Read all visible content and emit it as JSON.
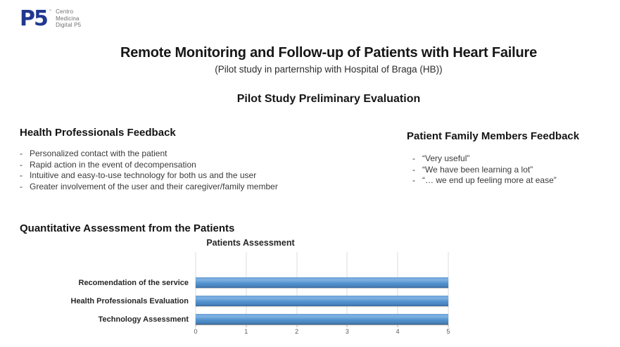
{
  "bullet_char": "-",
  "logo": {
    "mark": "P5",
    "reg": "°",
    "line1": "Centro",
    "line2": "Medicina",
    "line3": "Digital P5"
  },
  "header": {
    "title": "Remote Monitoring and Follow-up of Patients with Heart Failure",
    "subtitle": "(Pilot study in parternship with Hospital of Braga (HB))",
    "section_title": "Pilot Study Preliminary Evaluation"
  },
  "left_panel": {
    "heading": "Health Professionals Feedback",
    "items": [
      "Personalized contact with the patient",
      "Rapid action in the event of decompensation",
      "Intuitive and easy-to-use technology for both us and the user",
      "Greater involvement of the user and their caregiver/family member"
    ]
  },
  "right_panel": {
    "heading": "Patient Family Members Feedback",
    "items": [
      "“Very useful”",
      "“We have been learning a lot”",
      "“… we end up feeling more at ease”"
    ]
  },
  "quant_section": {
    "heading": "Quantitative Assessment from the Patients"
  },
  "chart_data": {
    "type": "bar",
    "orientation": "horizontal",
    "title": "Patients Assessment",
    "categories": [
      "Recomendation of the service",
      "Health Professionals Evaluation",
      "Technology Assessment"
    ],
    "values": [
      5,
      5,
      5
    ],
    "xlabel": "",
    "ylabel": "",
    "xlim": [
      0,
      5
    ],
    "x_ticks": [
      0,
      1,
      2,
      3,
      4,
      5
    ],
    "grid": true,
    "legend": false,
    "bar_color": "#4e8bc8"
  },
  "colors": {
    "logo_blue": "#21388f",
    "bar_blue": "#4e8bc8",
    "gridline_gray": "#dcdcdc",
    "axis_label_gray": "#595959"
  }
}
